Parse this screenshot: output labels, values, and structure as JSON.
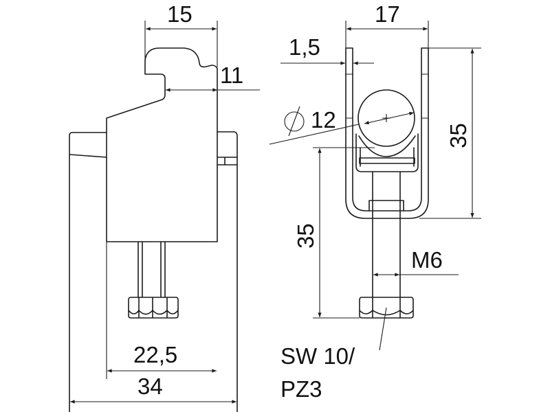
{
  "drawing": {
    "left_view": {
      "dim_top_width": "15",
      "dim_hook_depth": "11",
      "dim_inner_width": "22,5",
      "dim_overall_width": "34"
    },
    "right_view": {
      "dim_top_width": "17",
      "dim_wall_thickness": "1,5",
      "dim_pipe_diameter": "12",
      "dim_clip_height": "35",
      "dim_bolt_height": "35",
      "dim_thread": "M6",
      "dim_wrench_size": "SW 10/",
      "dim_drive": "PZ3"
    },
    "line_color": "#1a1a1a"
  }
}
